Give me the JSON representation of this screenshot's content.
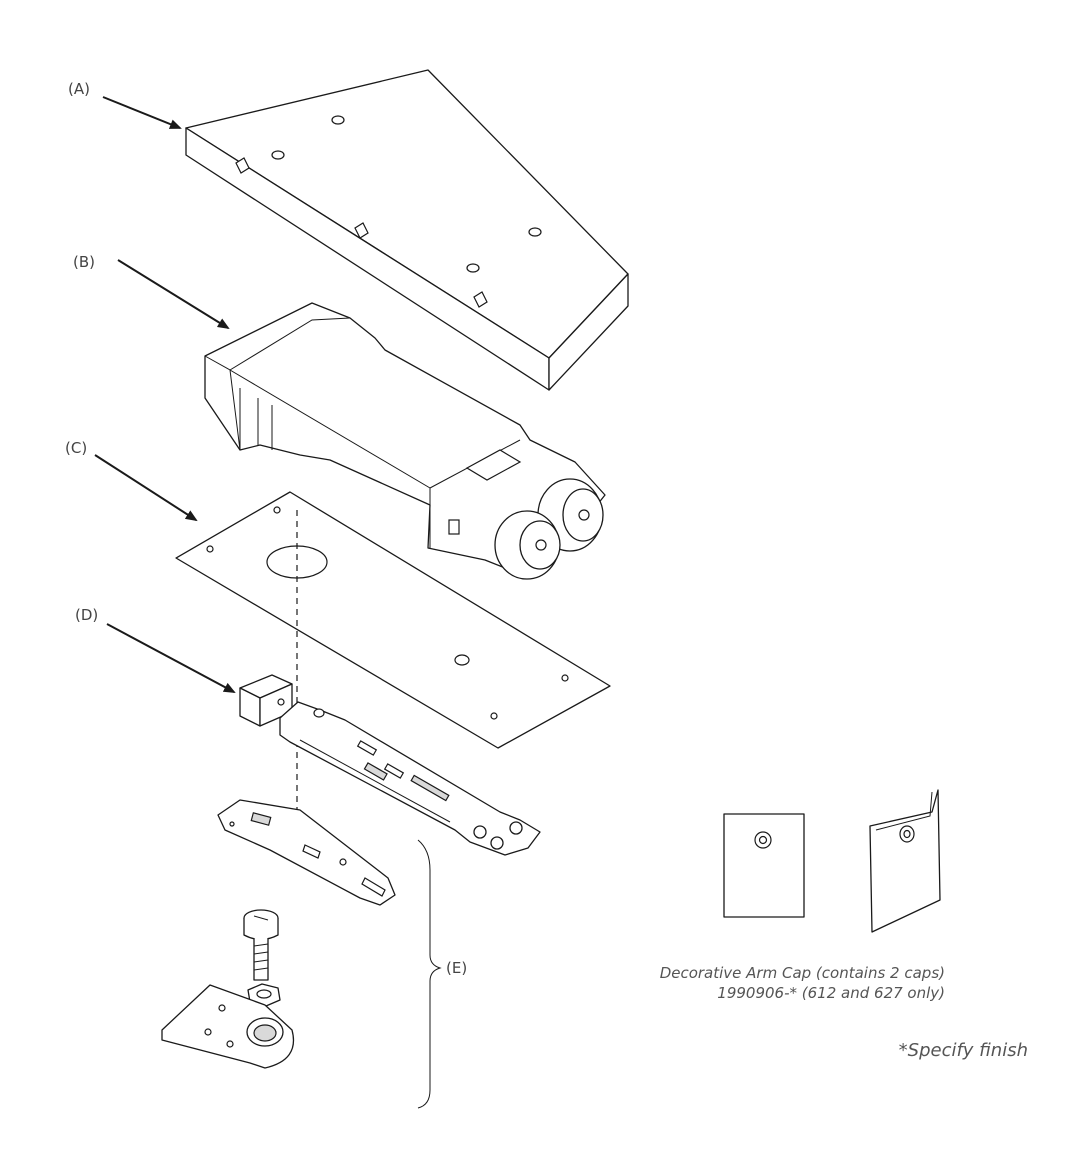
{
  "labels": {
    "a": "(A)",
    "b": "(B)",
    "c": "(C)",
    "d": "(D)",
    "e": "(E)"
  },
  "caption": {
    "line1": "Decorative Arm Cap (contains 2 caps)",
    "line2": "1990906-* (612 and 627 only)"
  },
  "footnote": "*Specify finish",
  "colors": {
    "line": "#1a1a1a",
    "text": "#444444"
  }
}
